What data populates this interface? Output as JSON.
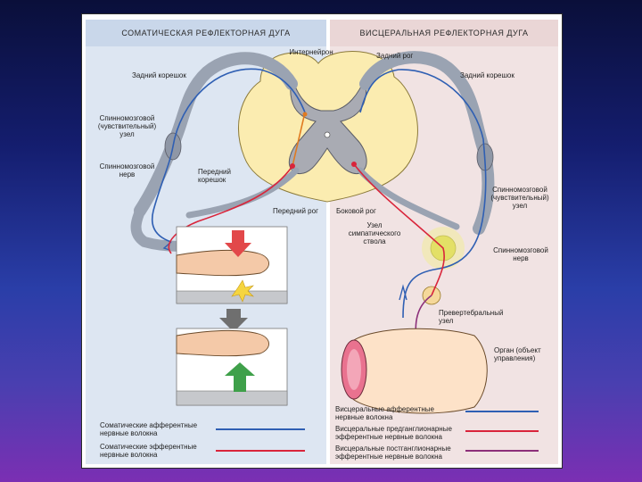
{
  "header": {
    "left_title": "СОМАТИЧЕСКАЯ РЕФЛЕКТОРНАЯ ДУГА",
    "right_title": "ВИСЦЕРАЛЬНАЯ РЕФЛЕКТОРНАЯ ДУГА"
  },
  "labels": {
    "interneuron": "Интернейрон",
    "dorsal_horn": "Задний рог",
    "dorsal_root_left": "Задний корешок",
    "dorsal_root_right": "Задний корешок",
    "spinal_ganglion_left_1": "Спинномозговой",
    "spinal_ganglion_left_2": "(чувствительный)",
    "spinal_ganglion_left_3": "узел",
    "spinal_nerve_left_1": "Спинномозговой",
    "spinal_nerve_left_2": "нерв",
    "ventral_root_1": "Передний",
    "ventral_root_2": "корешок",
    "ventral_horn": "Передний рог",
    "lateral_horn": "Боковой рог",
    "sympathetic_ganglion_1": "Узел",
    "sympathetic_ganglion_2": "симпатического",
    "sympathetic_ganglion_3": "ствола",
    "spinal_ganglion_right_1": "Спинномозговой",
    "spinal_ganglion_right_2": "(чувствительный)",
    "spinal_ganglion_right_3": "узел",
    "spinal_nerve_right_1": "Спинномозговой",
    "spinal_nerve_right_2": "нерв",
    "prevertebral_ganglion_1": "Превертебральный",
    "prevertebral_ganglion_2": "узел",
    "effector_organ_1": "Орган (объект",
    "effector_organ_2": "управления)"
  },
  "legend": {
    "somatic_afferent_1": "Соматические афферентные",
    "somatic_afferent_2": "нервные волокна",
    "somatic_efferent_1": "Соматические эфферентные",
    "somatic_efferent_2": "нервные волокна",
    "visceral_afferent_1": "Висцеральные афферентные",
    "visceral_afferent_2": "нервные волокна",
    "visceral_pre_1": "Висцеральные предганглионарные",
    "visceral_pre_2": "эфферентные нервные волокна",
    "visceral_post_1": "Висцеральные постганглионарные",
    "visceral_post_2": "эфферентные нервные волокна"
  },
  "colors": {
    "afferent": "#2f5fb3",
    "efferent": "#d9253b",
    "postganglionic": "#8c2f7a",
    "gray_matter": "#a9abb3",
    "white_matter": "#fbecb0",
    "nerve": "#9aa3b2",
    "organ": "#fde2c8"
  }
}
